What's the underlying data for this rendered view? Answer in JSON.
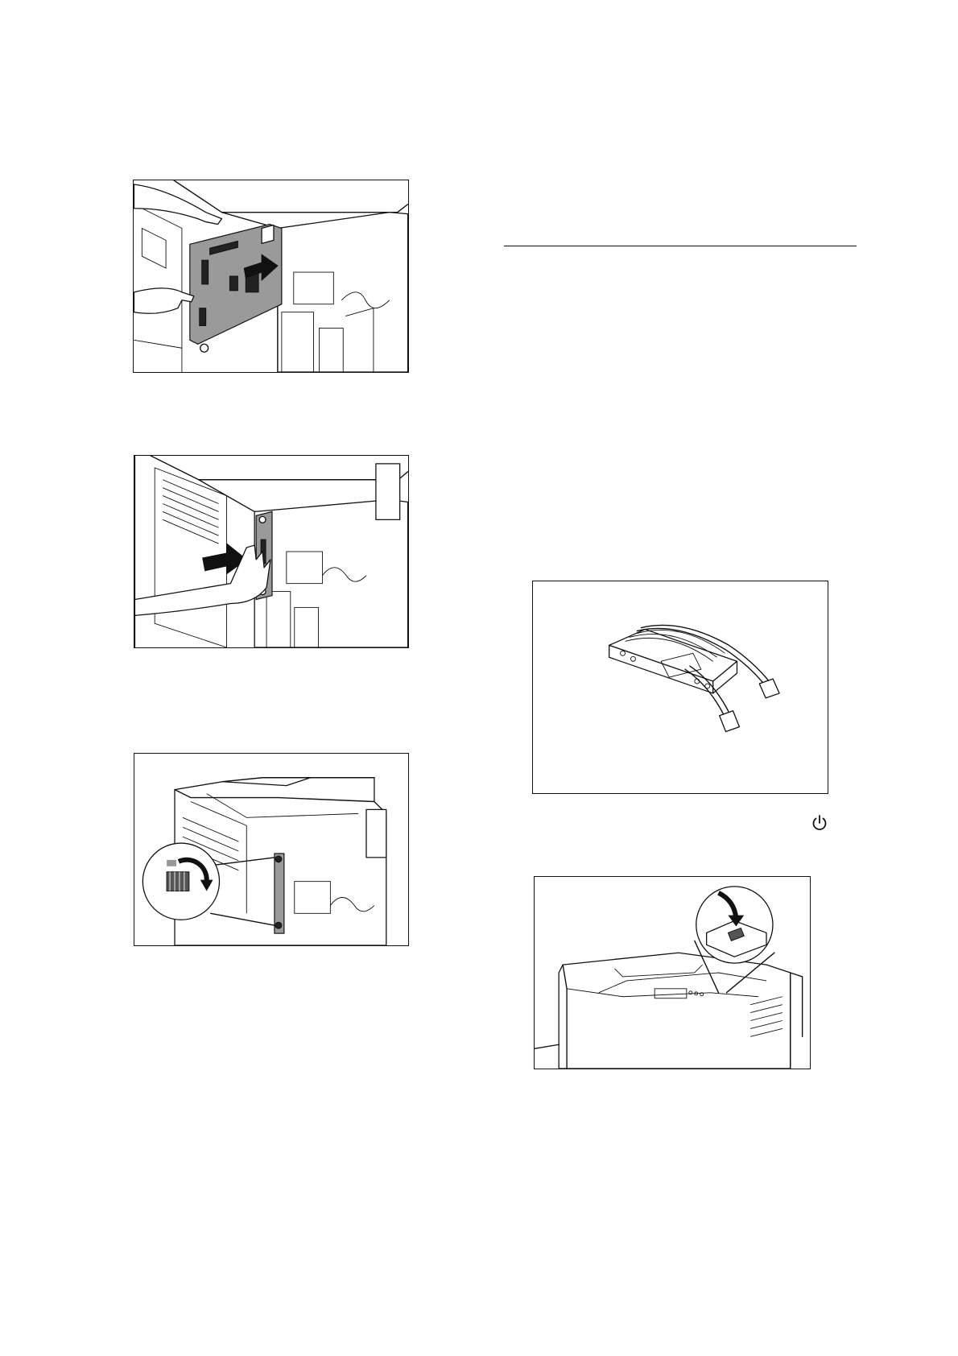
{
  "page": {
    "figures": [
      {
        "name": "insert-controller-board-figure",
        "icon": "controller-board-slide-in-illustration"
      },
      {
        "name": "push-board-in-figure",
        "icon": "hand-push-board-illustration"
      },
      {
        "name": "tighten-screws-figure",
        "icon": "thumbscrew-tighten-illustration"
      },
      {
        "name": "hard-disk-kit-figure",
        "icon": "hard-disk-with-cables-illustration"
      },
      {
        "name": "power-switch-figure",
        "icon": "printer-power-switch-illustration"
      }
    ],
    "power_symbol": "power-icon"
  }
}
